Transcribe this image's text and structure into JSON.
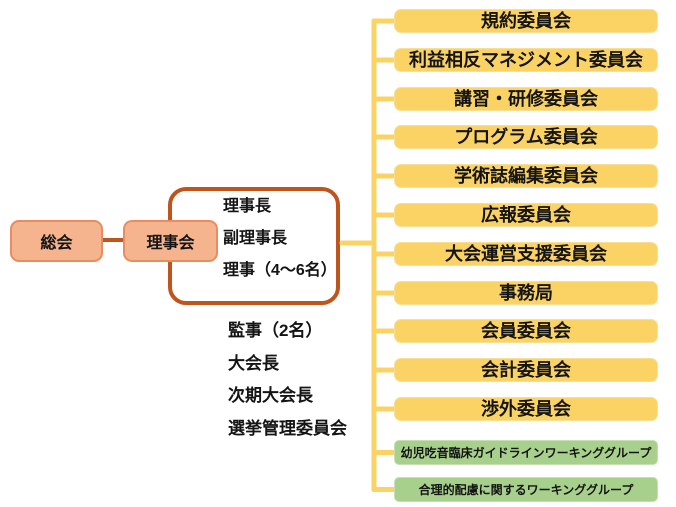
{
  "palette": {
    "committee_fill": "#FBD365",
    "committee_border": "#F7E096",
    "working_group_fill": "#A8D08D",
    "working_group_border": "#C6E0B4",
    "pink_fill": "#F5B48D",
    "pink_border": "#E88D61",
    "dark_orange": "#C0541D",
    "connector_yellow": "#FBD365",
    "text": "#141414",
    "background": "#FFFFFF"
  },
  "org": {
    "assembly_label": "総会",
    "board_label": "理事会",
    "board_roles": [
      "理事長",
      "副理事長",
      "理事（4～6名）"
    ],
    "officers": [
      "監事（2名）",
      "大会長",
      "次期大会長",
      "選挙管理委員会"
    ],
    "committees": [
      "規約委員会",
      "利益相反マネジメント委員会",
      "講習・研修委員会",
      "プログラム委員会",
      "学術誌編集委員会",
      "広報委員会",
      "大会運営支援委員会",
      "事務局",
      "会員委員会",
      "会計委員会",
      "渉外委員会"
    ],
    "working_groups": [
      "幼児吃音臨床ガイドラインワーキンググループ",
      "合理的配慮に関するワーキンググループ"
    ]
  }
}
